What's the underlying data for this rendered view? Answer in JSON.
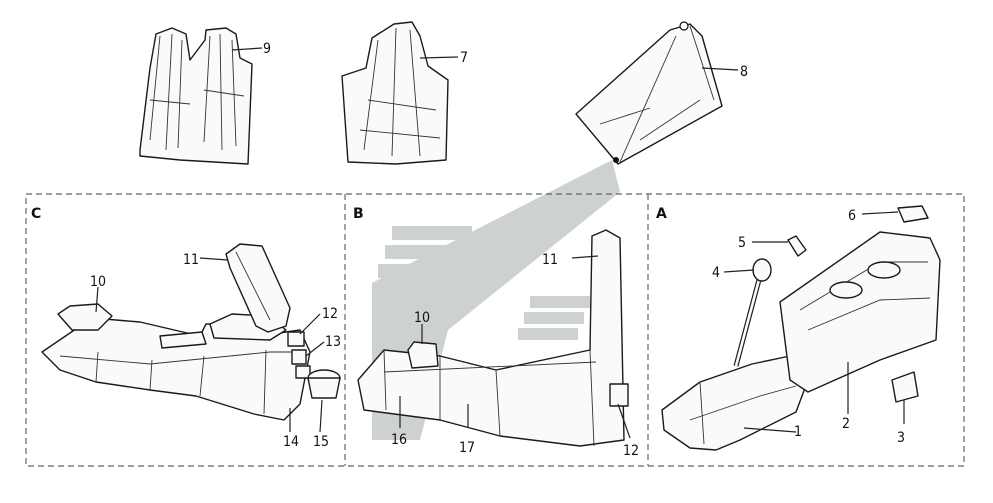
{
  "sections": [
    {
      "id": "C",
      "label": "C"
    },
    {
      "id": "B",
      "label": "B"
    },
    {
      "id": "A",
      "label": "A"
    }
  ],
  "callouts": {
    "n1": "1",
    "n2": "2",
    "n3": "3",
    "n4": "4",
    "n5": "5",
    "n6": "6",
    "n7": "7",
    "n8": "8",
    "n9": "9",
    "c10": "10",
    "c11": "11",
    "c12": "12",
    "c13": "13",
    "c14": "14",
    "c15": "15",
    "b10": "10",
    "b11": "11",
    "b12": "12",
    "b16": "16",
    "b17": "17"
  },
  "colors": {
    "watermark": "#c5c9c9",
    "line": "#1a1a1a",
    "frame": "#666666"
  }
}
